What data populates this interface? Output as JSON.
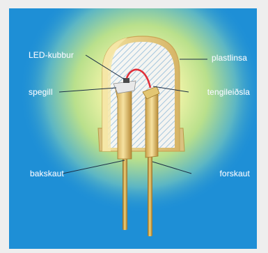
{
  "labels": {
    "led_chip": "LED-kubbur",
    "mirror": "spegill",
    "plastic_lens": "plastlinsa",
    "wire_bond": "tengileiðsla",
    "cathode": "bakskaut",
    "anode": "forskaut"
  },
  "colors": {
    "background": "#1e8fd6",
    "glow": "#f6f7b8",
    "lens_edge": "#e3c876",
    "lead": "#d4a845",
    "wire": "#e0303a",
    "label_text": "#f4f8ff"
  }
}
